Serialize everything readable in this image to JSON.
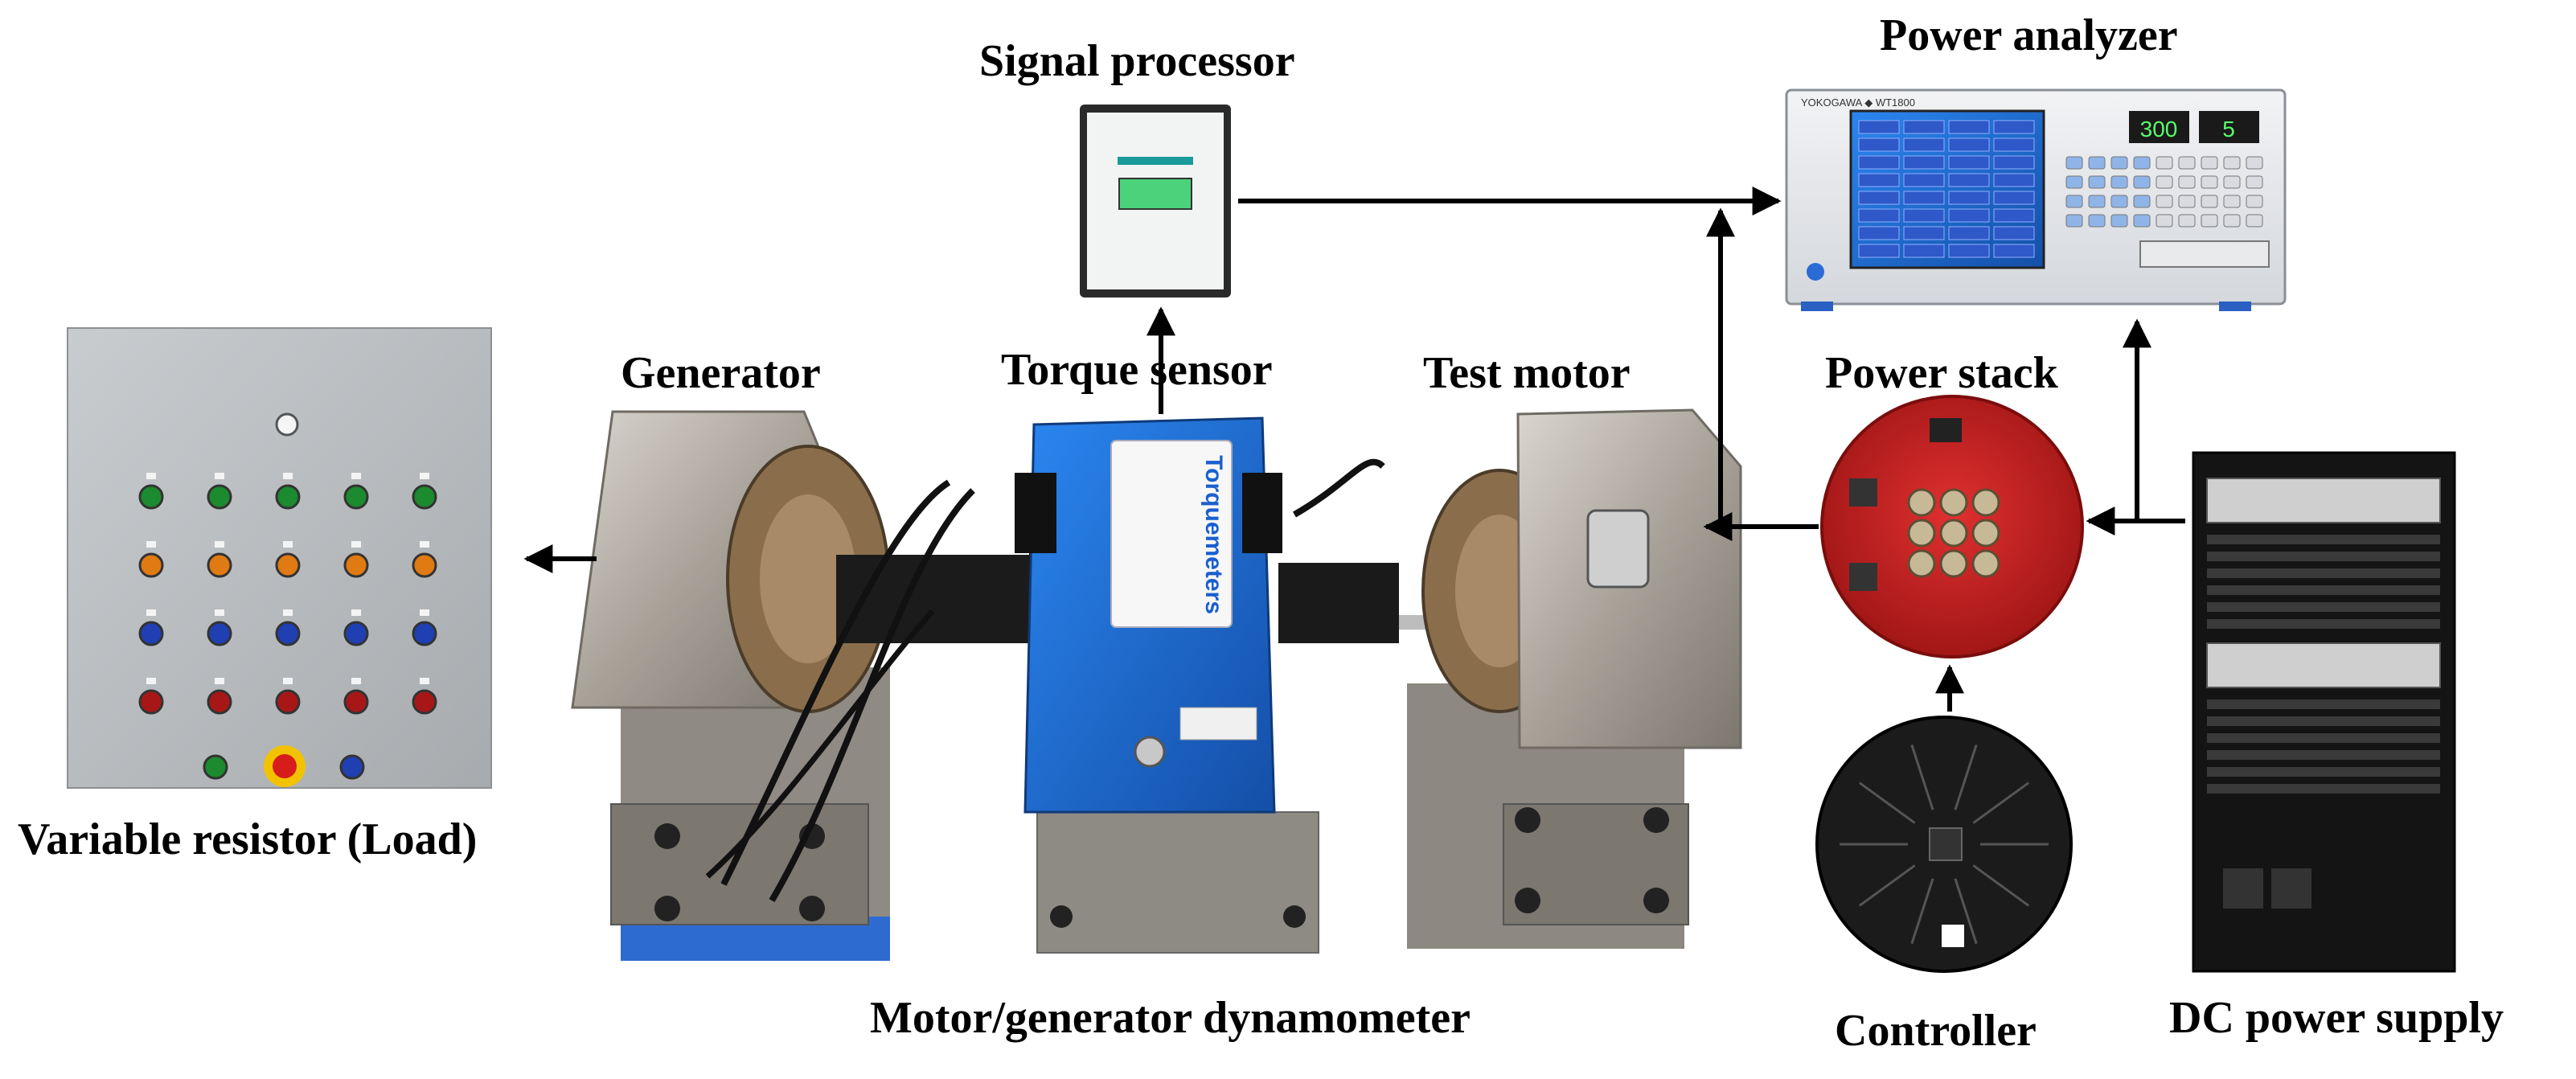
{
  "labels": {
    "signal_processor": "Signal processor",
    "power_analyzer": "Power analyzer",
    "generator": "Generator",
    "torque_sensor": "Torque sensor",
    "test_motor": "Test motor",
    "power_stack": "Power stack",
    "variable_resistor": "Variable resistor (Load)",
    "dynamometer": "Motor/generator dynamometer",
    "controller": "Controller",
    "dc_power_supply": "DC power supply"
  },
  "device_text": {
    "torque_brand": "Torquemeters",
    "analyzer_brand": "YOKOGAWA ◆ WT1800",
    "analyzer_display_left": "300",
    "analyzer_display_right": "5"
  },
  "colors": {
    "arrow": "#000000",
    "torque_sensor_body": "#1f6fd6",
    "power_stack_board": "#c42020",
    "controller_board": "#1b1b1b",
    "panel_gray": "#b9bcbf",
    "analyzer_screen": "#1e3fa8",
    "steel": "#a9a39a"
  },
  "indicator_lamp_rows": [
    "green",
    "orange",
    "blue",
    "red"
  ]
}
